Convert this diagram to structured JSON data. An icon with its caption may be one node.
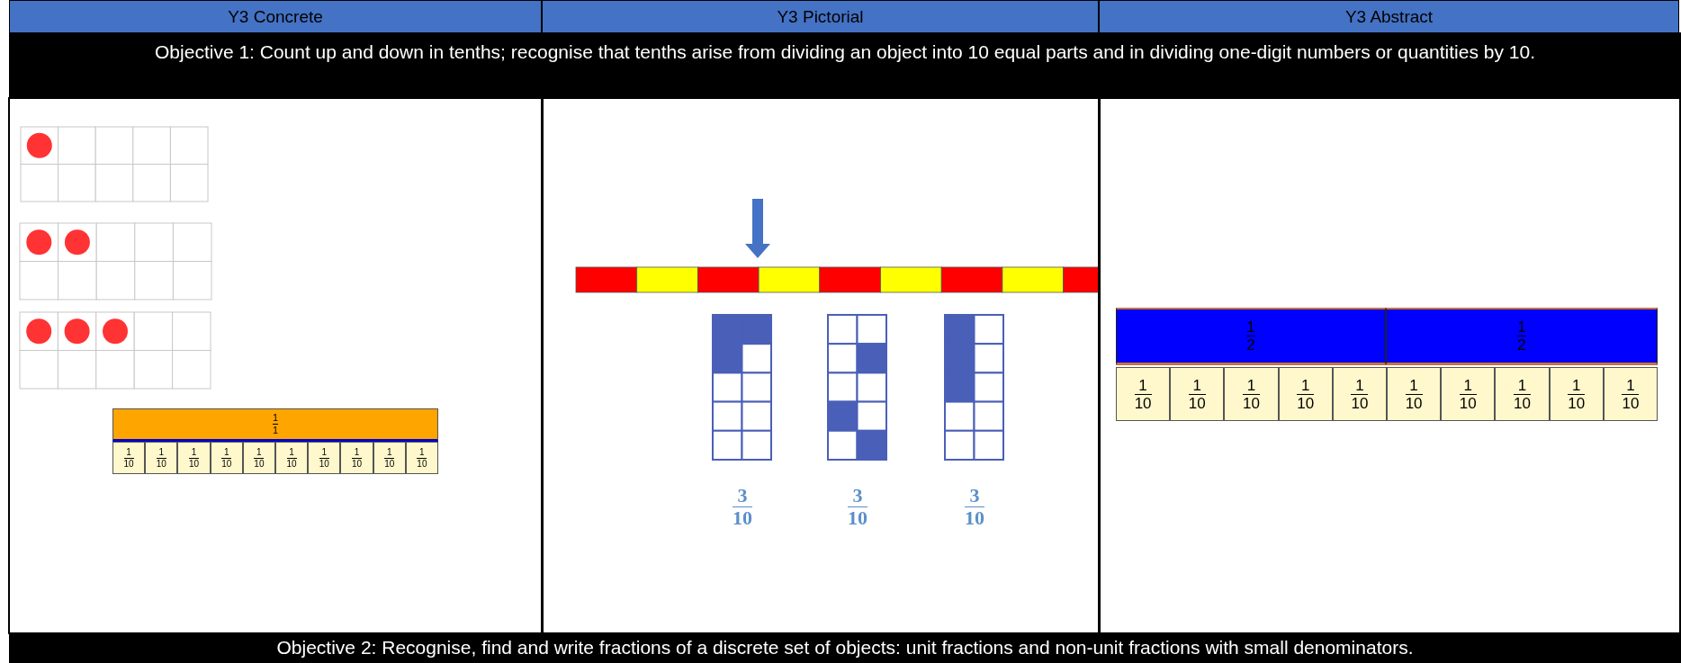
{
  "diagram": {
    "labels": [
      "Y3 Concrete",
      "Y3 Pictorial",
      "Y3 Abstract",
      "Objective 1: Count up and down in tenths; recognise that tenths arise from dividing an object into 10 equal parts and in dividing one-digit numbers or quantities by 10.",
      "1",
      "1",
      "1",
      "10",
      "1",
      "10",
      "1",
      "10",
      "1",
      "10",
      "1",
      "10",
      "1",
      "10",
      "1",
      "10",
      "1",
      "10",
      "1",
      "10",
      "1",
      "10",
      "3",
      "10",
      "3",
      "10",
      "3",
      "10",
      "1",
      "2",
      "1",
      "2",
      "1",
      "10",
      "1",
      "10",
      "1",
      "10",
      "1",
      "10",
      "1",
      "10",
      "1",
      "10",
      "1",
      "10",
      "1",
      "10",
      "1",
      "10",
      "1",
      "10",
      "Objective 2: Recognise, find and write fractions of a discrete set of objects: unit fractions and non-unit fractions with small denominators."
    ]
  }
}
